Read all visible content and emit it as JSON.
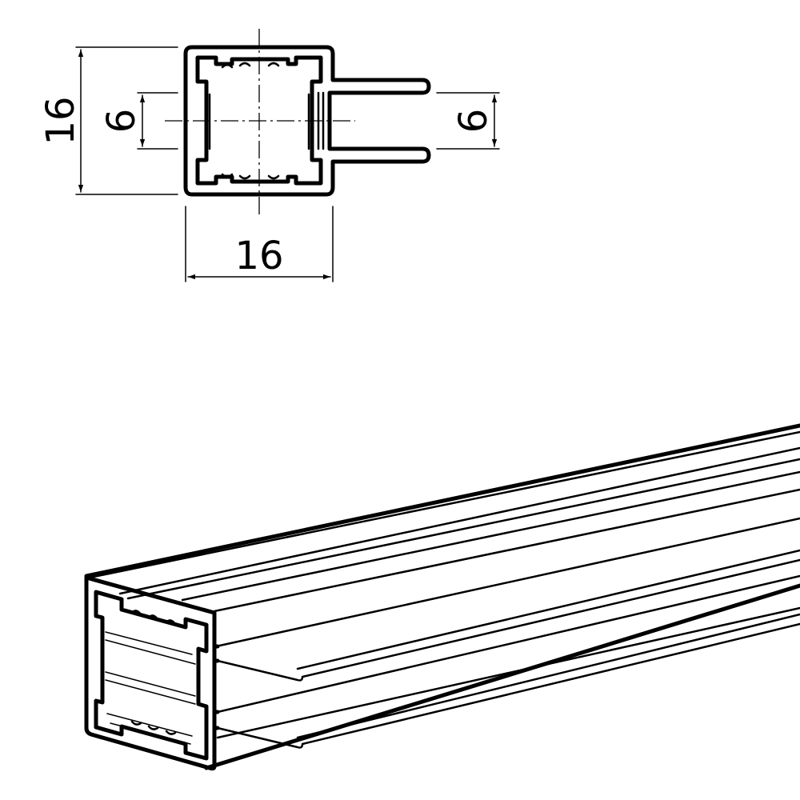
{
  "drawing": {
    "dimensions": {
      "height": "16",
      "width": "16",
      "inner_slot": "6",
      "fin_gap": "6"
    }
  }
}
